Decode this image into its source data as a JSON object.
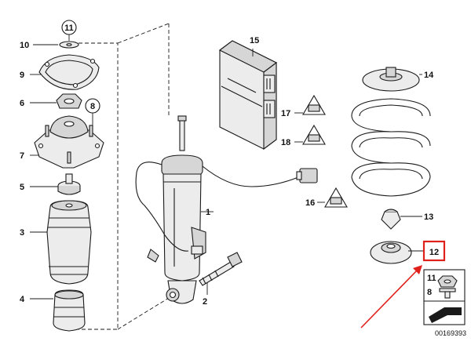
{
  "diagram": {
    "callouts": {
      "c1": "1",
      "c2": "2",
      "c3": "3",
      "c4": "4",
      "c5": "5",
      "c6": "6",
      "c7": "7",
      "c8": "8",
      "c9": "9",
      "c10": "10",
      "c11": "11",
      "c12": "12",
      "c13": "13",
      "c14": "14",
      "c15": "15",
      "c16": "16",
      "c17": "17",
      "c18": "18"
    },
    "inset": {
      "label_11": "11",
      "label_8": "8"
    },
    "document_number": "00169393",
    "highlight_color": "#e0201b"
  }
}
